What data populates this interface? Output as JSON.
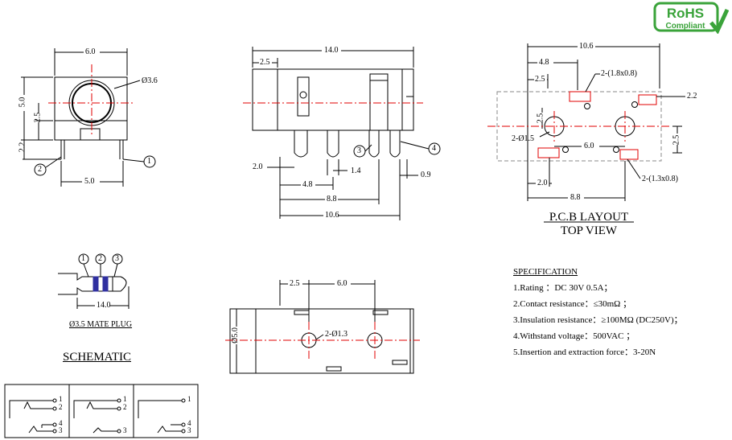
{
  "badge": {
    "line1": "RoHS",
    "line2": "Compliant"
  },
  "front_view": {
    "dim_width": "6.0",
    "dim_height": "5.0",
    "dim_diameter": "Ø3.6",
    "dim_center": "2.5",
    "dim_pin_drop": "2.2",
    "dim_pin_span": "5.0",
    "pin_label_1": "1",
    "pin_label_2": "2"
  },
  "side_view": {
    "dim_length": "14.0",
    "dim_offset": "2.5",
    "dim_pin_len": "2.0",
    "dim_pin_w": "1.4",
    "dim_a": "4.8",
    "dim_b": "8.8",
    "dim_c": "10.6",
    "dim_d": "0.9",
    "pin_label_3": "3",
    "pin_label_4": "4"
  },
  "pcb": {
    "dim_total": "10.6",
    "dim_48": "4.8",
    "dim_25": "2.5",
    "pad_top": "2-(1.8x0.8)",
    "dim_22": "2.2",
    "dim_25v": "2.5",
    "hole": "2-Ø1.5",
    "dim_60": "6.0",
    "dim_25r": "2.5",
    "dim_20": "2.0",
    "pad_bot": "2-(1.3x0.8)",
    "dim_88": "8.8",
    "title1": "P.C.B LAYOUT",
    "title2": "TOP VIEW"
  },
  "plug": {
    "labels": [
      "1",
      "2",
      "3"
    ],
    "dim_len": "14.0",
    "caption": "Ø3.5 MATE PLUG"
  },
  "bottom_view": {
    "dim_25": "2.5",
    "dim_60": "6.0",
    "hole": "2-Ø1.3",
    "dim_dia": "Ø5.0"
  },
  "schematic": {
    "title": "SCHEMATIC",
    "cells": [
      {
        "a": "1",
        "b": "2",
        "c": "4",
        "d": "3"
      },
      {
        "a": "1",
        "b": "2",
        "c": "3"
      },
      {
        "a": "1",
        "c": "4",
        "d": "3"
      }
    ]
  },
  "spec": {
    "title": "SPECIFICATION",
    "items": [
      "1.Rating ：DC 30V 0.5A；",
      "2.Contact resistance：≤30mΩ ；",
      "3.Insulation resistance：≥100MΩ (DC250V)；",
      "4.Withstand voltage：500VAC ；",
      "5.Insertion and extraction force：3-20N"
    ]
  },
  "colors": {
    "center_line": "#e00000",
    "ring": "#3030a0",
    "badge": "#3aa33a"
  }
}
